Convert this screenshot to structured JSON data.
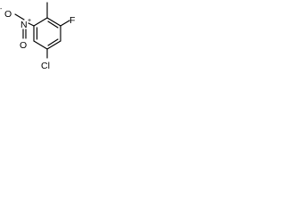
{
  "molecule": {
    "atoms": {
      "fluorine": "F",
      "chlorine": "Cl",
      "nitrogen": "N",
      "nitrogen_charge": "+",
      "oxygen": "O",
      "oxygen_charge": "-"
    },
    "substituents": [
      "methyl",
      "fluoro",
      "chloro",
      "nitro"
    ],
    "ring": "benzene"
  }
}
